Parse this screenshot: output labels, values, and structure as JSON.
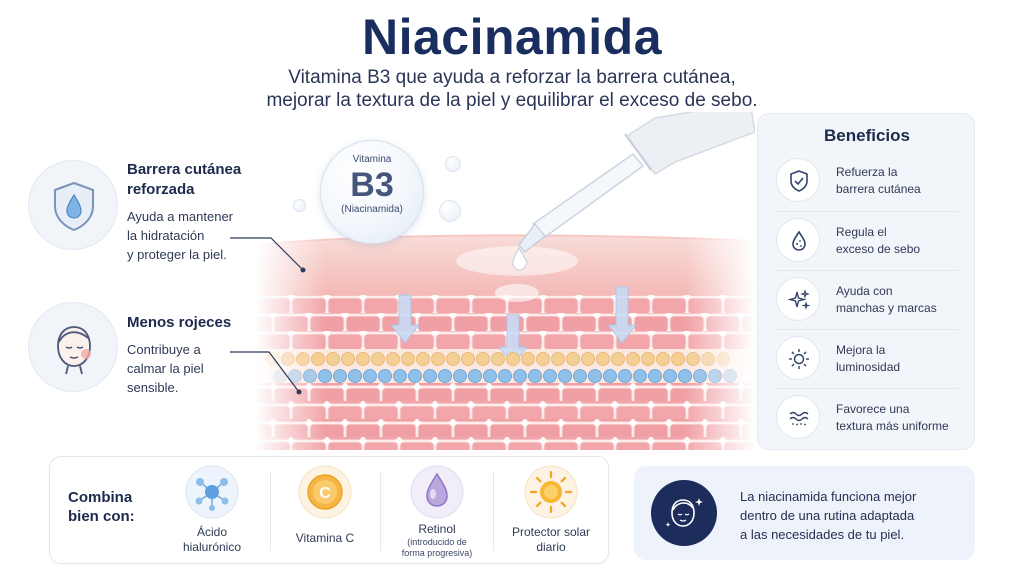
{
  "header": {
    "title": "Niacinamida",
    "subtitle_line1": "Vitamina B3 que ayuda a reforzar la barrera cutánea,",
    "subtitle_line2": "mejorar la textura de la piel y equilibrar el exceso de sebo."
  },
  "features": [
    {
      "icon": "shield-drop-icon",
      "title_line1": "Barrera cutánea",
      "title_line2": "reforzada",
      "desc_line1": "Ayuda a mantener",
      "desc_line2": "la hidratación",
      "desc_line3": "y proteger la piel."
    },
    {
      "icon": "calm-face-icon",
      "title_line1": "Menos rojeces",
      "desc_line1": "Contribuye a",
      "desc_line2": "calmar la piel",
      "desc_line3": "sensible."
    }
  ],
  "vitamin_bubble": {
    "top": "Vitamina",
    "main": "B3",
    "sub": "(Niacinamida)"
  },
  "benefits": {
    "title": "Beneficios",
    "items": [
      {
        "icon": "shield-check-icon",
        "line1": "Refuerza la",
        "line2": "barrera cutánea"
      },
      {
        "icon": "oil-drop-icon",
        "line1": "Regula el",
        "line2": "exceso de sebo"
      },
      {
        "icon": "sparkle-icon",
        "line1": "Ayuda con",
        "line2": "manchas y marcas"
      },
      {
        "icon": "sun-outline-icon",
        "line1": "Mejora la",
        "line2": "luminosidad"
      },
      {
        "icon": "texture-waves-icon",
        "line1": "Favorece una",
        "line2": "textura más uniforme"
      }
    ]
  },
  "combina": {
    "title_line1": "Combina",
    "title_line2": "bien con:",
    "items": [
      {
        "icon": "molecule-icon",
        "line1": "Ácido",
        "line2": "hialurónico"
      },
      {
        "icon": "vitamin-c-icon",
        "line1": "Vitamina C"
      },
      {
        "icon": "retinol-drop-icon",
        "line1": "Retinol",
        "note_line1": "(introducido de",
        "note_line2": "forma progresiva)"
      },
      {
        "icon": "sun-icon",
        "line1": "Protector solar",
        "line2": "diario"
      }
    ]
  },
  "note": {
    "icon": "face-sparkle-icon",
    "line1": "La niacinamida funciona mejor",
    "line2": "dentro de una rutina adaptada",
    "line3": "a las necesidades de tu piel."
  },
  "colors": {
    "title": "#1a2d5f",
    "skin_pink": "#f2a9ad",
    "skin_light": "#f7d3d0",
    "accent_blue": "#7fb5e6",
    "accent_yellow": "#f2c57a",
    "navy": "#1c2d5c"
  }
}
